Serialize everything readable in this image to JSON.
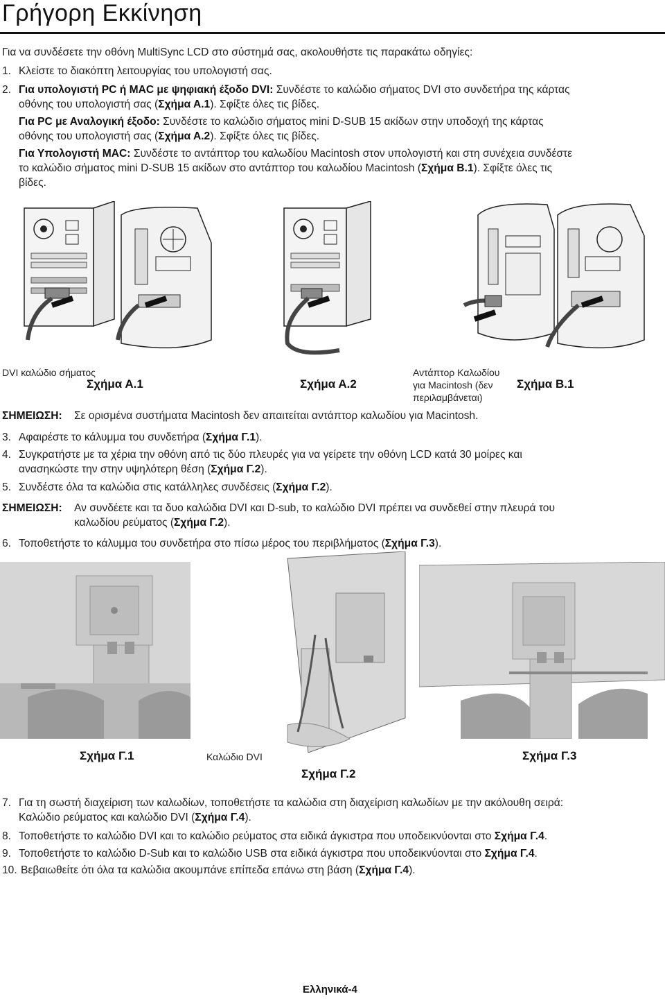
{
  "title": "Γρήγορη Εκκίνηση",
  "intro": "Για να συνδέσετε την οθόνη MultiSync LCD στο σύστημά σας, ακολουθήστε τις παρακάτω οδηγίες:",
  "step1": {
    "num": "1.",
    "text": "Κλείστε το διακόπτη λειτουργίας του υπολογιστή σας."
  },
  "step2": {
    "num": "2.",
    "a_bold": "Για υπολογιστή PC ή MAC με ψηφιακή έξοδο DVI:",
    "a_text1": " Συνδέστε το καλώδιο σήματος DVI στο συνδετήρα της κάρτας",
    "a_text2": "οθόνης του υπολογιστή σας (",
    "a_fig": "Σχήμα Α.1",
    "a_end": "). Σφίξτε όλες τις βίδες.",
    "b_bold": "Για PC με Αναλογική έξοδο:",
    "b_text1": " Συνδέστε το καλώδιο σήματος mini D-SUB 15 ακίδων στην υποδοχή της κάρτας",
    "b_text2": "οθόνης του υπολογιστή σας (",
    "b_fig": "Σχήμα Α.2",
    "b_end": "). Σφίξτε όλες τις βίδες.",
    "c_bold": "Για Υπολογιστή MAC:",
    "c_text1": " Συνδέστε το αντάπτορ του καλωδίου Macintosh στον υπολογιστή και στη συνέχεια συνδέστε",
    "c_text2": "το καλώδιο σήματος mini D-SUB 15 ακίδων στο αντάπτορ του καλωδίου Macintosh (",
    "c_fig": "Σχήμα Β.1",
    "c_end": "). Σφίξτε όλες τις",
    "c_text3": "βίδες."
  },
  "figA": {
    "dvi_label": "DVI καλώδιο σήματος",
    "a1": "Σχήμα Α.1",
    "a2": "Σχήμα Α.2",
    "adapter_l1": "Αντάπτορ Καλωδίου",
    "adapter_l2": "για Macintosh (δεν",
    "adapter_l3": "περιλαμβάνεται)",
    "b1": "Σχήμα Β.1"
  },
  "note1": {
    "label": "ΣΗΜΕΙΩΣΗ:",
    "text": "Σε ορισμένα συστήματα Macintosh δεν απαιτείται αντάπτορ καλωδίου για Macintosh."
  },
  "step3": {
    "num": "3.",
    "text": "Αφαιρέστε το κάλυμμα του συνδετήρα (",
    "fig": "Σχήμα Γ.1",
    "end": ")."
  },
  "step4": {
    "num": "4.",
    "text1": "Συγκρατήστε με τα χέρια την οθόνη από τις δύο πλευρές για να γείρετε την οθόνη LCD κατά 30 μοίρες και",
    "text2": "ανασηκώστε την στην υψηλότερη θέση (",
    "fig": "Σχήμα Γ.2",
    "end": ")."
  },
  "step5": {
    "num": "5.",
    "text": "Συνδέστε όλα τα καλώδια στις κατάλληλες συνδέσεις (",
    "fig": "Σχήμα Γ.2",
    "end": ")."
  },
  "note2": {
    "label": "ΣΗΜΕΙΩΣΗ:",
    "text1": "Αν συνδέετε και τα δυο καλώδια DVI και D-sub, το καλώδιο DVI πρέπει να συνδεθεί στην πλευρά του",
    "text2": "καλωδίου ρεύματος (",
    "fig": "Σχήμα Γ.2",
    "end": ")."
  },
  "step6": {
    "num": "6.",
    "text": "Τοποθετήστε το κάλυμμα του συνδετήρα στο πίσω μέρος του περιβλήματος (",
    "fig": "Σχήμα Γ.3",
    "end": ")."
  },
  "figG": {
    "g1": "Σχήμα Γ.1",
    "dvi": "Καλώδιο DVI",
    "g2": "Σχήμα Γ.2",
    "g3": "Σχήμα Γ.3"
  },
  "step7": {
    "num": "7.",
    "text1": "Για τη σωστή διαχείριση των καλωδίων, τοποθετήστε τα καλώδια στη διαχείριση καλωδίων με την ακόλουθη σειρά:",
    "text2": "Καλώδιο ρεύματος και καλώδιο DVI (",
    "fig": "Σχήμα Γ.4",
    "end": ")."
  },
  "step8": {
    "num": "8.",
    "text": "Τοποθετήστε το καλώδιο DVI και το καλώδιο ρεύματος στα ειδικά άγκιστρα που υποδεικνύονται στο ",
    "fig": "Σχήμα Γ.4",
    "end": "."
  },
  "step9": {
    "num": "9.",
    "text": "Τοποθετήστε το καλώδιο D-Sub και το καλώδιο USB στα ειδικά άγκιστρα που υποδεικνύονται στο ",
    "fig": "Σχήμα Γ.4",
    "end": "."
  },
  "step10": {
    "num": "10.",
    "text": "Βεβαιωθείτε ότι όλα τα καλώδια ακουμπάνε επίπεδα επάνω στη βάση (",
    "fig": "Σχήμα Γ.4",
    "end": ")."
  },
  "footer": "Ελληνικά-4"
}
